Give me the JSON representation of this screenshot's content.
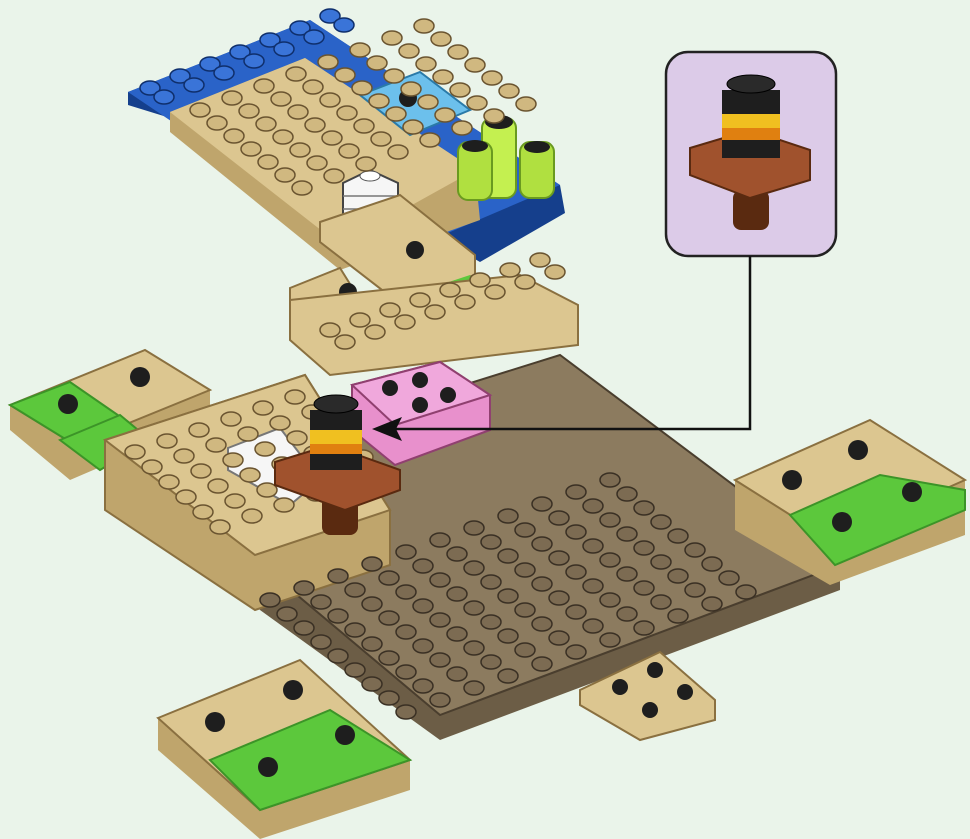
{
  "page": {
    "background": "#eaf4ea"
  },
  "colors": {
    "blue_plate": "#2a63c8",
    "blue_dark": "#153f8c",
    "tan": "#dcc690",
    "tan_side": "#bfa56c",
    "dark_tan": "#8c7b5f",
    "dark_tan_side": "#6c5d46",
    "green": "#5cc83c",
    "green_side": "#3c9428",
    "lime": "#c4f050",
    "lime_dark": "#8cc82c",
    "pink": "#f0a8dc",
    "white": "#f6f6f6",
    "trans_blue": "#6cc0ec",
    "brown": "#a0522d",
    "brown_dark": "#5a2a10",
    "stud_black": "#1e1e1e",
    "yellow": "#f0c020",
    "orange": "#e08010",
    "callout_bg": "#dccbe8",
    "callout_border": "#222222"
  },
  "callout": {
    "shape": "rounded-square",
    "icon": "torch-assembly-icon",
    "description_of_parts": [
      "black-1x1-stud",
      "yellow-1x1-plate",
      "orange-1x1-plate",
      "brown-2x2-plate",
      "brown-round-brick"
    ]
  },
  "arrow": {
    "icon": "arrow-pointing-left-icon"
  }
}
